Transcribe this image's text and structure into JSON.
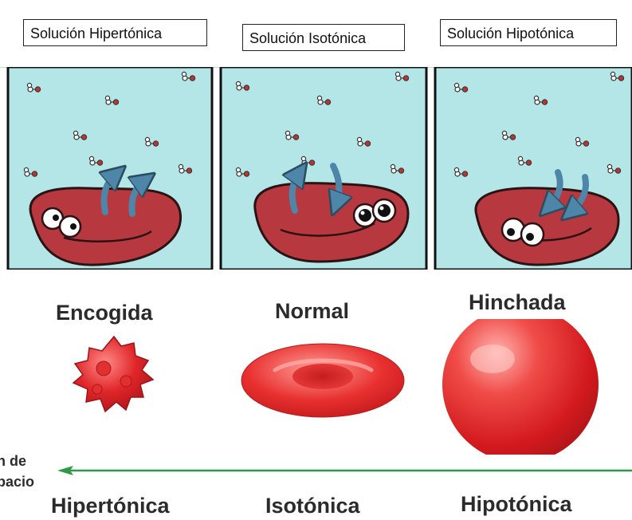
{
  "solutions": {
    "hypertonic_label": "Solución Hipertónica",
    "isotonic_label": "Solución Isotónica",
    "hypotonic_label": "Solución Hipotónica"
  },
  "cell_states": {
    "shrunk": "Encogida",
    "normal": "Normal",
    "swollen": "Hinchada"
  },
  "tonicity_axis": {
    "partial_text_line1": "n de",
    "partial_text_line2": "pacio",
    "hypertonic": "Hipertónica",
    "isotonic": "Isotónica",
    "hypotonic": "Hipotónica"
  },
  "colors": {
    "solution_bg": "#b4e6e8",
    "cell_red": "#b7393f",
    "cell_outline": "#2a1313",
    "water_arrow": "#4d86a8",
    "axis_arrow": "#2e9a45"
  },
  "water_flow": [
    "out",
    "balanced",
    "in"
  ]
}
